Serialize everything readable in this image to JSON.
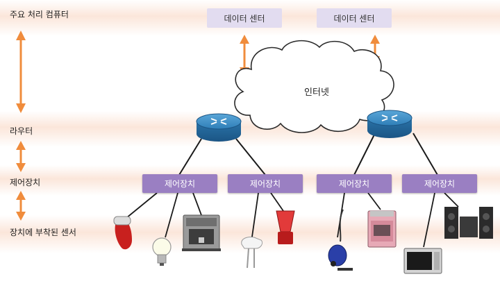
{
  "layers": {
    "main_compute": "주요 처리 컴퓨터",
    "router": "라우터",
    "controller": "제어장치",
    "sensor": "장치에 부착된 센서"
  },
  "data_centers": [
    "데이터 센터",
    "데이터 센터"
  ],
  "cloud_label": "인터넷",
  "controllers": [
    "제어장치",
    "제어장치",
    "제어장치",
    "제어장치"
  ],
  "devices": [
    "shaver-icon",
    "light-bulb-icon",
    "coffee-machine-icon",
    "hand-mixer-icon",
    "blender-icon",
    "vacuum-cleaner-icon",
    "oven-icon",
    "microwave-icon",
    "speaker-system-icon"
  ],
  "colors": {
    "band": "#fbe9df",
    "arrow": "#f08c3c",
    "router": "#2f7fb8",
    "controller": "#9a7fc2",
    "data_center": "#e2dcf0"
  }
}
